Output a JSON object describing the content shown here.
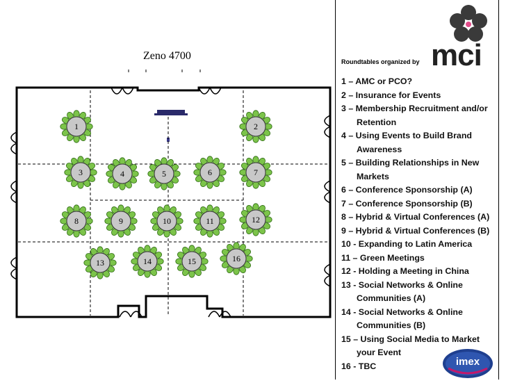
{
  "plan": {
    "title": "Zeno 4700",
    "tables": [
      {
        "label": "1"
      },
      {
        "label": "2"
      },
      {
        "label": "3"
      },
      {
        "label": "4"
      },
      {
        "label": "5"
      },
      {
        "label": "6"
      },
      {
        "label": "7"
      },
      {
        "label": "8"
      },
      {
        "label": "9"
      },
      {
        "label": "10"
      },
      {
        "label": "11"
      },
      {
        "label": "12"
      },
      {
        "label": "13"
      },
      {
        "label": "14"
      },
      {
        "label": "15"
      },
      {
        "label": "16"
      }
    ]
  },
  "panel": {
    "organized_by": "Roundtables organized by",
    "brand": "mci",
    "topics": [
      [
        "1 – AMC or PCO?"
      ],
      [
        "2 – Insurance for Events"
      ],
      [
        "3 – Membership Recruitment and/or",
        "Retention"
      ],
      [
        "4 – Using Events to Build Brand",
        "Awareness"
      ],
      [
        "5 – Building Relationships in New",
        "Markets"
      ],
      [
        "6 – Conference Sponsorship (A)"
      ],
      [
        "7 – Conference Sponsorship (B)"
      ],
      [
        "8 – Hybrid & Virtual Conferences (A)"
      ],
      [
        "9 – Hybrid & Virtual Conferences (B)"
      ],
      [
        "10 -  Expanding to Latin America"
      ],
      [
        "11 – Green Meetings"
      ],
      [
        "12  - Holding a Meeting in China"
      ],
      [
        "13 - Social Networks & Online",
        "Communities (A)"
      ],
      [
        "14 - Social Networks & Online",
        "Communities (B)"
      ],
      [
        "15 – Using Social Media to Market",
        "your Event"
      ],
      [
        "16 - TBC"
      ]
    ],
    "imex_logo": "imex"
  },
  "colors": {
    "table_fill": "#c8c8c8",
    "chair_fill": "#7cc44a",
    "chair_stroke": "#2e6b12",
    "flower": "#3a3a3a",
    "flower_center": "#e24c8a",
    "imex_blue": "#1f3f8f",
    "imex_pink": "#c2186b"
  }
}
